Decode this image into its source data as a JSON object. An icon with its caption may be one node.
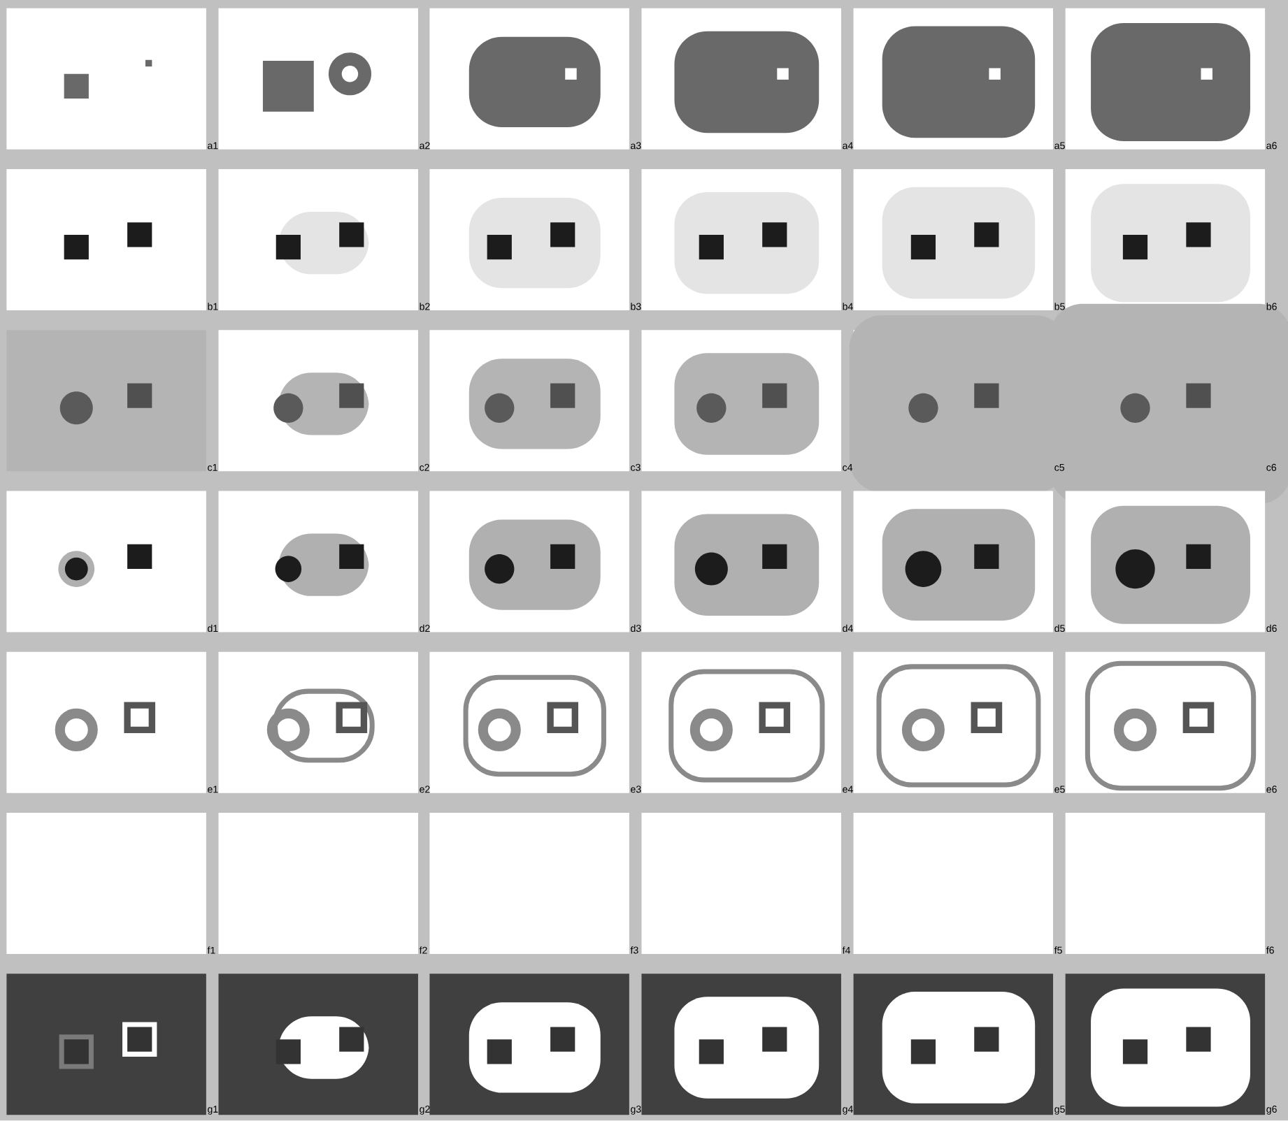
{
  "diagram": {
    "labels": [
      "a1",
      "a2",
      "a3",
      "a4",
      "a5",
      "a6",
      "b1",
      "b2",
      "b3",
      "b4",
      "b5",
      "b6",
      "c1",
      "c2",
      "c3",
      "c4",
      "c5",
      "c6",
      "d1",
      "d2",
      "d3",
      "d4",
      "d5",
      "d6",
      "e1",
      "e2",
      "e3",
      "e4",
      "e5",
      "e6",
      "f1",
      "f2",
      "f3",
      "f4",
      "f5",
      "f6",
      "g1",
      "g2",
      "g3",
      "g4",
      "g5",
      "g6"
    ]
  }
}
